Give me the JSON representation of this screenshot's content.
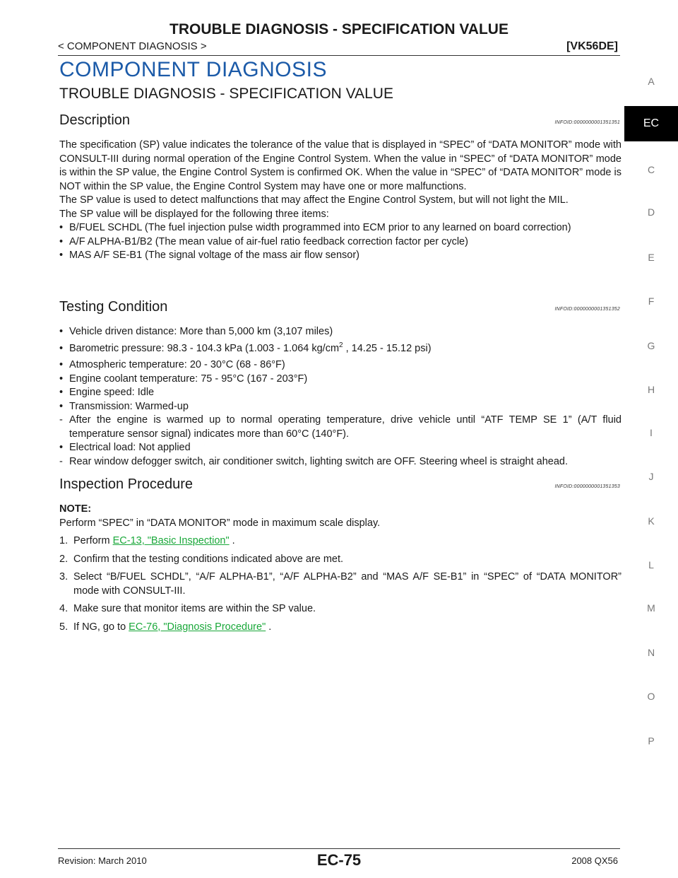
{
  "header": {
    "title": "TROUBLE DIAGNOSIS - SPECIFICATION VALUE",
    "section": "< COMPONENT DIAGNOSIS >",
    "model": "[VK56DE]"
  },
  "sidebar": {
    "tabs": [
      "A",
      "EC",
      "C",
      "D",
      "E",
      "F",
      "G",
      "H",
      "I",
      "J",
      "K",
      "L",
      "M",
      "N",
      "O",
      "P"
    ],
    "active": "EC"
  },
  "main_heading": "COMPONENT DIAGNOSIS",
  "sub_heading": "TROUBLE DIAGNOSIS - SPECIFICATION VALUE",
  "description": {
    "title": "Description",
    "infoid": "INFOID:0000000001351351",
    "para1": "The specification (SP) value indicates the tolerance of the value that is displayed in “SPEC” of “DATA MONITOR” mode with CONSULT-III during normal operation of the Engine Control System. When the value in “SPEC” of “DATA MONITOR” mode is within the SP value, the Engine Control System is confirmed OK. When the value in “SPEC” of “DATA MONITOR” mode is NOT within the SP value, the Engine Control System may have one or more malfunctions.",
    "para2": "The SP value is used to detect malfunctions that may affect the Engine Control System, but will not light the MIL.",
    "para3": "The SP value will be displayed for the following three items:",
    "items": [
      "B/FUEL SCHDL (The fuel injection pulse width programmed into ECM prior to any learned on board correction)",
      "A/F ALPHA-B1/B2 (The mean value of air-fuel ratio feedback correction factor per cycle)",
      "MAS A/F SE-B1 (The signal voltage of the mass air flow sensor)"
    ]
  },
  "testing": {
    "title": "Testing Condition",
    "infoid": "INFOID:0000000001351352",
    "item1": "Vehicle driven distance: More than 5,000 km (3,107 miles)",
    "item2_a": "Barometric pressure: 98.3 - 104.3 kPa (1.003 - 1.064 kg/cm",
    "item2_sup": "2",
    "item2_b": " , 14.25 - 15.12 psi)",
    "item3": "Atmospheric temperature: 20 - 30°C (68 - 86°F)",
    "item4": "Engine coolant temperature: 75 - 95°C (167 - 203°F)",
    "item5": "Engine speed: Idle",
    "item6": "Transmission: Warmed-up",
    "item6_sub": "After the engine is warmed up to normal operating temperature, drive vehicle until “ATF TEMP SE 1” (A/T fluid temperature sensor signal) indicates more than 60°C (140°F).",
    "item7": "Electrical load: Not applied",
    "item7_sub": "Rear window defogger switch, air conditioner switch, lighting switch are OFF. Steering wheel is straight ahead.",
    "bullet": "•",
    "dash": "-"
  },
  "inspection": {
    "title": "Inspection Procedure",
    "infoid": "INFOID:0000000001351353",
    "note_label": "NOTE:",
    "note_text": "Perform “SPEC” in “DATA MONITOR” mode in maximum scale display.",
    "steps": [
      {
        "num": "1.",
        "pre": "Perform ",
        "link": "EC-13, \"Basic Inspection\"",
        "post": " ."
      },
      {
        "num": "2.",
        "text": "Confirm that the testing conditions indicated above are met."
      },
      {
        "num": "3.",
        "text": "Select “B/FUEL SCHDL”, “A/F ALPHA-B1”, “A/F ALPHA-B2” and “MAS A/F SE-B1” in “SPEC” of “DATA MONITOR” mode with CONSULT-III."
      },
      {
        "num": "4.",
        "text": "Make sure that monitor items are within the SP value."
      },
      {
        "num": "5.",
        "pre": "If NG, go to ",
        "link": "EC-76, \"Diagnosis Procedure\"",
        "post": " ."
      }
    ]
  },
  "footer": {
    "revision": "Revision: March 2010",
    "page": "EC-75",
    "model": "2008 QX56"
  },
  "colors": {
    "heading_blue": "#1b5aa8",
    "link_green": "#1aa83a",
    "active_tab": "#000000"
  }
}
